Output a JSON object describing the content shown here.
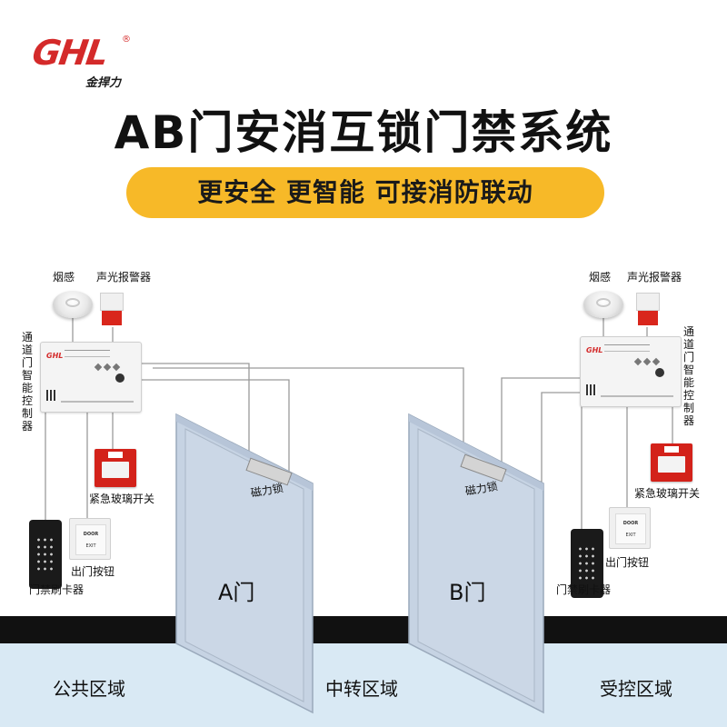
{
  "brand": {
    "logo_mark": "GHL",
    "reg": "®",
    "logo_sub": "金捍力"
  },
  "title": "AB门安消互锁门禁系统",
  "tagline": "更安全  更智能  可接消防联动",
  "devices": {
    "smoke_detector": "烟感",
    "siren": "声光报警器",
    "controller": "通道门智能控制器",
    "controller_brand": "GHL",
    "emergency_glass": "紧急玻璃开关",
    "exit_button": "出门按钮",
    "exit_button_text": "DOOR",
    "exit_button_sub": "EXIT",
    "card_reader": "门禁刷卡器",
    "mag_lock": "磁力锁"
  },
  "doors": [
    {
      "id": "A",
      "label": "A门"
    },
    {
      "id": "B",
      "label": "B门"
    }
  ],
  "zones": [
    "公共区域",
    "中转区域",
    "受控区域"
  ],
  "colors": {
    "accent_yellow": "#f7b928",
    "brand_red": "#d42a2a",
    "door_fill": "#c6d3e3",
    "floor": "#d9e9f4",
    "glass_red": "#d3221a"
  }
}
